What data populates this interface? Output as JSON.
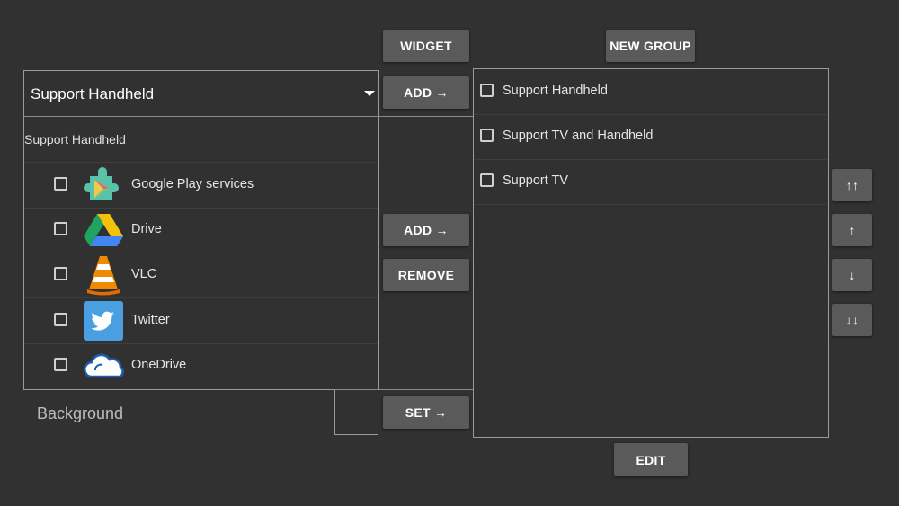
{
  "toolbar": {
    "widget_label": "WIDGET",
    "new_group_label": "NEW GROUP"
  },
  "group_select": {
    "selected": "Support Handheld"
  },
  "app_list": {
    "header": "Support Handheld",
    "apps": [
      {
        "label": "Google Play services",
        "icon": "google-play-services-icon"
      },
      {
        "label": "Drive",
        "icon": "google-drive-icon"
      },
      {
        "label": "VLC",
        "icon": "vlc-icon"
      },
      {
        "label": "Twitter",
        "icon": "twitter-icon"
      },
      {
        "label": "OneDrive",
        "icon": "onedrive-icon"
      }
    ]
  },
  "middle": {
    "add_top_label": "ADD →",
    "add_label": "ADD →",
    "remove_label": "REMOVE",
    "set_label": "SET →"
  },
  "background": {
    "label": "Background"
  },
  "groups": {
    "items": [
      {
        "label": "Support Handheld"
      },
      {
        "label": "Support TV and Handheld"
      },
      {
        "label": "Support TV"
      }
    ]
  },
  "order_buttons": {
    "top_label": "↑↑",
    "up_label": "↑",
    "down_label": "↓",
    "bottom_label": "↓↓"
  },
  "edit_label": "EDIT",
  "colors": {
    "background": "#313131",
    "button": "#5a5a5a",
    "border": "#9a9a9a"
  }
}
